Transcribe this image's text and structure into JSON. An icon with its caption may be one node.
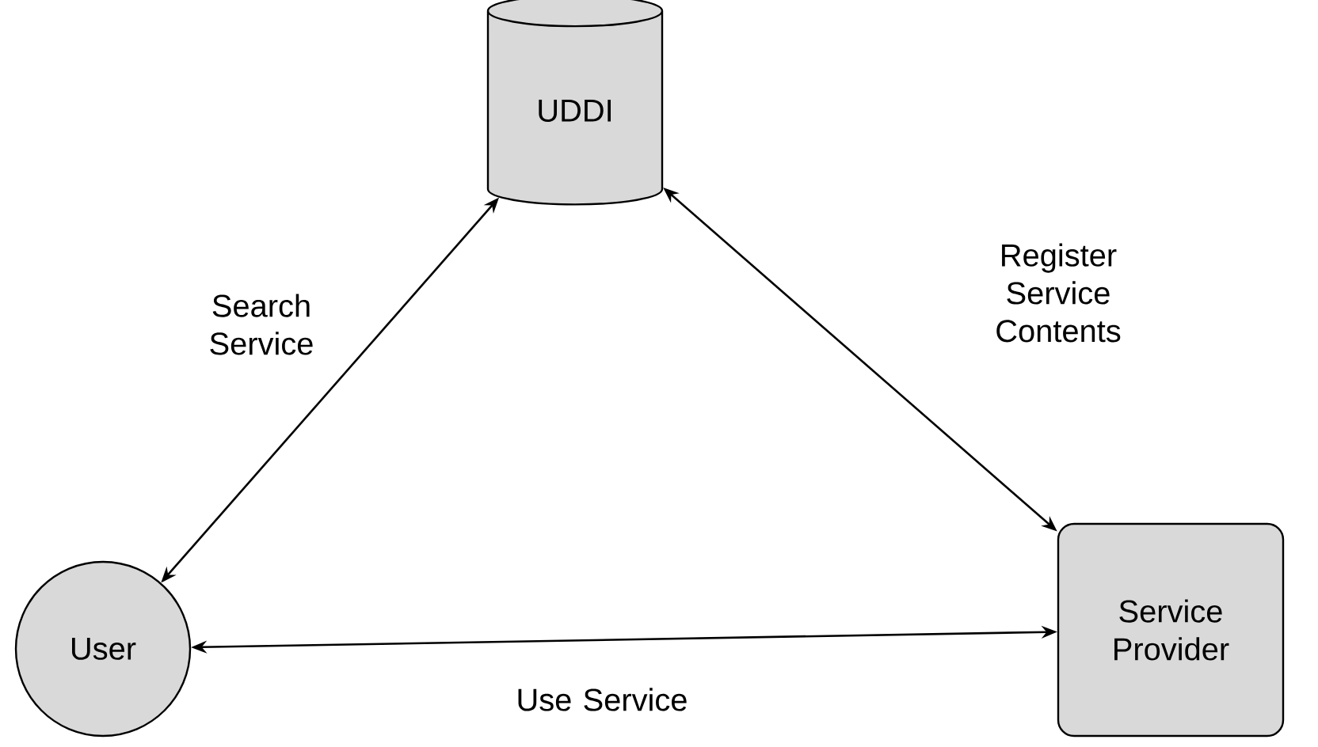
{
  "diagram": {
    "nodes": [
      {
        "text": [
          "UDDI"
        ]
      },
      {
        "text": [
          "User"
        ]
      },
      {
        "text": [
          "Service Provider"
        ]
      }
    ],
    "edges": [
      {
        "from": 1,
        "to": 0,
        "arrow": "both",
        "label": "Search Service"
      },
      {
        "from": 0,
        "to": 2,
        "arrow": "both",
        "label": "Register Service Contents"
      },
      {
        "from": 1,
        "to": 2,
        "arrow": "both",
        "label": "Use Service"
      }
    ]
  }
}
